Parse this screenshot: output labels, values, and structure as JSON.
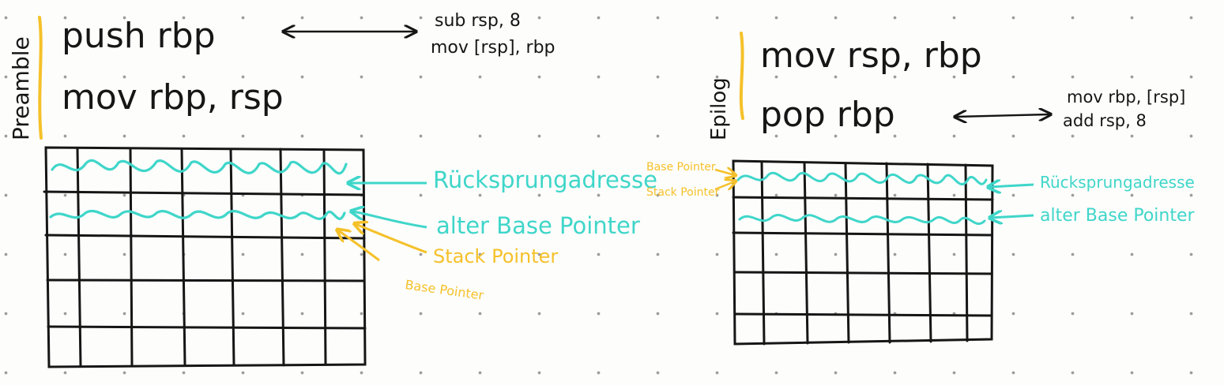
{
  "preamble": {
    "label": "Preamble",
    "line1": "push rbp",
    "line2": "mov rbp, rsp",
    "equiv1": "sub rsp, 8",
    "equiv2": "mov [rsp], rbp",
    "annotation_return": "Rücksprungadresse",
    "annotation_old_bp": "alter Base Pointer",
    "annotation_sp": "Stack Pointer",
    "annotation_bp": "Base Pointer"
  },
  "epilog": {
    "label": "Epilog",
    "line1": "mov rsp, rbp",
    "line2": "pop rbp",
    "equiv1": "mov rbp, [rsp]",
    "equiv2": "add rsp, 8",
    "annotation_return": "Rücksprungadresse",
    "annotation_old_bp": "alter Base Pointer",
    "annotation_bp": "Base Pointer",
    "annotation_sp": "Stack Pointer"
  },
  "colors": {
    "ink": "#161616",
    "teal": "#3fd6c9",
    "yellow": "#f5c12a"
  }
}
